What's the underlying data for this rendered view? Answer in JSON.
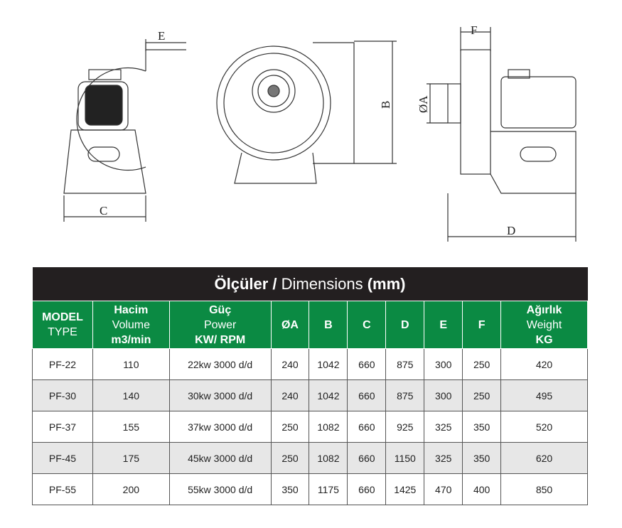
{
  "drawing": {
    "labels": {
      "e": "E",
      "c": "C",
      "b": "B",
      "f": "F",
      "a": "ØA",
      "d": "D"
    }
  },
  "table": {
    "title": {
      "bold1": "Ölçüler /",
      "normal": " Dimensions ",
      "bold2": "(mm)"
    },
    "headers": [
      {
        "l1": "MODEL",
        "l2": "TYPE",
        "l3": ""
      },
      {
        "l1": "Hacim",
        "l2": "Volume",
        "l3": "m3/min"
      },
      {
        "l1": "Güç",
        "l2": "Power",
        "l3": "KW/ RPM"
      },
      {
        "l1": "ØA"
      },
      {
        "l1": "B"
      },
      {
        "l1": "C"
      },
      {
        "l1": "D"
      },
      {
        "l1": "E"
      },
      {
        "l1": "F"
      },
      {
        "l1": "Ağırlık",
        "l2": "Weight",
        "l3": "KG"
      }
    ],
    "rows": [
      [
        "PF-22",
        "110",
        "22kw 3000 d/d",
        "240",
        "1042",
        "660",
        "875",
        "300",
        "250",
        "420"
      ],
      [
        "PF-30",
        "140",
        "30kw 3000 d/d",
        "240",
        "1042",
        "660",
        "875",
        "300",
        "250",
        "495"
      ],
      [
        "PF-37",
        "155",
        "37kw 3000 d/d",
        "250",
        "1082",
        "660",
        "925",
        "325",
        "350",
        "520"
      ],
      [
        "PF-45",
        "175",
        "45kw 3000 d/d",
        "250",
        "1082",
        "660",
        "1150",
        "325",
        "350",
        "620"
      ],
      [
        "PF-55",
        "200",
        "55kw 3000 d/d",
        "350",
        "1175",
        "660",
        "1425",
        "470",
        "400",
        "850"
      ]
    ]
  },
  "colors": {
    "green": "#0b8a43",
    "dark": "#231f20"
  }
}
